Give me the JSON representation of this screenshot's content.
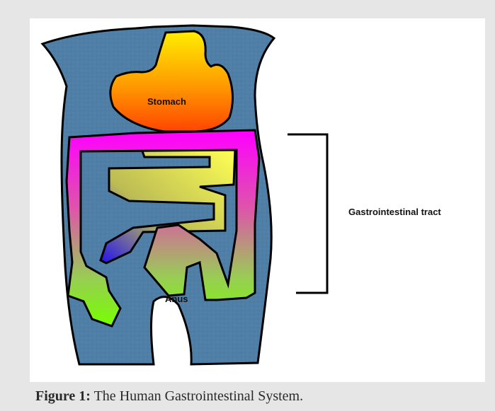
{
  "diagram": {
    "labels": {
      "stomach": "Stomach",
      "tract": "Gastrointestinal tract",
      "anus": "Anus"
    }
  },
  "caption": {
    "label": "Figure 1:",
    "text": "The Human Gastrointestinal System."
  }
}
